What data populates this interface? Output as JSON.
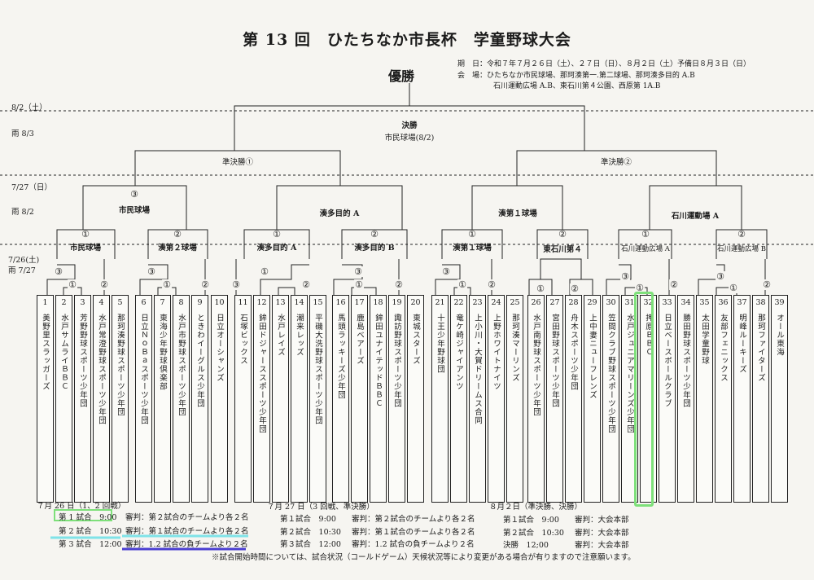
{
  "title": "第 13 回　ひたちなか市長杯　学童野球大会",
  "champion": "優勝",
  "info": {
    "date_label": "期　日：",
    "date_text": "令和７年７月２６日（土）、２７日（日）、８月２日（土）予備日８月３日（日）",
    "venue_label": "会　場：",
    "venue_line1": "ひたちなか市民球場、那珂湊第一.第二球場、那珂湊多目的 A.B",
    "venue_line2": "石川運動広場 A.B、東石川第４公園、西原第 1A.B"
  },
  "side_labels": [
    "8/2（土）",
    "雨 8/3",
    "7/27（日）",
    "雨 8/2",
    "7/26(土)",
    "雨 7/27"
  ],
  "final": {
    "title": "決勝",
    "venue": "市民球場(8/2)"
  },
  "semis": [
    "準決勝①",
    "準決勝②"
  ],
  "quarters": [
    {
      "circle": "③",
      "venue": "市民球場"
    },
    {
      "circle": "",
      "venue": "湊多目的 A"
    },
    {
      "circle": "",
      "venue": "湊第１球場"
    },
    {
      "circle": "",
      "venue": "石川運動場 A"
    }
  ],
  "groups": [
    {
      "circle": "①",
      "venue": "市民球場"
    },
    {
      "circle": "②",
      "venue": "湊第２球場"
    },
    {
      "circle": "①",
      "venue": "湊多目的 A"
    },
    {
      "circle": "②",
      "venue": "湊多目的 B"
    },
    {
      "circle": "①",
      "venue": "湊第１球場"
    },
    {
      "circle": "②",
      "venue": "東石川第４"
    },
    {
      "circle": "①",
      "venue": "石川運動広場 A"
    },
    {
      "circle": "②",
      "venue": "石川運動広場 B"
    }
  ],
  "round_marks": [
    "③",
    "①",
    "②",
    "③",
    "①",
    "②",
    "③",
    "①",
    "②",
    "③",
    "①",
    "②",
    "③",
    "①",
    "②",
    "①",
    "②",
    "③",
    "①",
    "②",
    "③",
    "①",
    "②"
  ],
  "teams": [
    {
      "num": "1",
      "name": "美野里スラッガーズ"
    },
    {
      "num": "2",
      "name": "水戸サムライＢＢＣ"
    },
    {
      "num": "3",
      "name": "芳野野球スポーツ少年団"
    },
    {
      "num": "4",
      "name": "水戸常澄野球スポーツ少年団"
    },
    {
      "num": "5",
      "name": "那珂湊野球スポーツ少年団"
    },
    {
      "num": "6",
      "name": "日立ＮｏＢａスポーツ少年団"
    },
    {
      "num": "7",
      "name": "東海少年野球倶楽部"
    },
    {
      "num": "8",
      "name": "水戸市野球スポーツ少年団"
    },
    {
      "num": "9",
      "name": "ときわイーグルス少年団"
    },
    {
      "num": "10",
      "name": "日立オーシャンズ"
    },
    {
      "num": "11",
      "name": "石塚ビックス"
    },
    {
      "num": "12",
      "name": "鉾田ドジャーススポーツ少年団"
    },
    {
      "num": "13",
      "name": "水戸レイズ"
    },
    {
      "num": "14",
      "name": "潮来レッズ"
    },
    {
      "num": "15",
      "name": "平磯大洗野球スポーツ少年団"
    },
    {
      "num": "16",
      "name": "馬頭ラッキーズ少年団"
    },
    {
      "num": "17",
      "name": "鹿島ベアーズ"
    },
    {
      "num": "18",
      "name": "鉾田ユナイテッドＢＢＣ"
    },
    {
      "num": "19",
      "name": "諏訪野球スポーツ少年団"
    },
    {
      "num": "20",
      "name": "東城スターズ"
    },
    {
      "num": "21",
      "name": "十王少年野球団"
    },
    {
      "num": "22",
      "name": "竜ケ崎ジャイアンツ"
    },
    {
      "num": "23",
      "name": "上小川・大賀ドリームス合同"
    },
    {
      "num": "24",
      "name": "上野ホワイトナイツ"
    },
    {
      "num": "25",
      "name": "那珂湊マーリンズ"
    },
    {
      "num": "26",
      "name": "水戸南野球スポーツ少年団"
    },
    {
      "num": "27",
      "name": "宮田野球スポーツ少年団"
    },
    {
      "num": "28",
      "name": "舟木スポーツ少年団"
    },
    {
      "num": "29",
      "name": "上中妻ニューフレンズ"
    },
    {
      "num": "30",
      "name": "笠間クラブ野球スポーツ少年団"
    },
    {
      "num": "31",
      "name": "水戸ジュニアマリーンズ少年団"
    },
    {
      "num": "32",
      "name": "押原ＢＢＣ"
    },
    {
      "num": "33",
      "name": "日立ベースボールクラブ"
    },
    {
      "num": "34",
      "name": "勝田野球スポーツ少年団"
    },
    {
      "num": "35",
      "name": "太田学童野球"
    },
    {
      "num": "36",
      "name": "友部フェニックス"
    },
    {
      "num": "37",
      "name": "明峰ルーキーズ"
    },
    {
      "num": "38",
      "name": "那珂ファイターズ"
    },
    {
      "num": "39",
      "name": "オール東海"
    }
  ],
  "schedule": [
    {
      "heading": "７月 26 日（1、2 回戦）",
      "rows": [
        {
          "game": "第 1 試合",
          "time": "9:00",
          "ref": "審判：第２試合のチームより各２名"
        },
        {
          "game": "第 2 試合",
          "time": "10:30",
          "ref": "審判：第１試合のチームより各２名"
        },
        {
          "game": "第 3 試合",
          "time": "12:00",
          "ref": "審判：1.2 試合の負チームより２名"
        }
      ]
    },
    {
      "heading": "７月 27 日（3 回戦、準決勝）",
      "rows": [
        {
          "game": "第１試合",
          "time": "9:00",
          "ref": "審判：第２試合のチームより各２名"
        },
        {
          "game": "第２試合",
          "time": "10:30",
          "ref": "審判：第１試合のチームより各２名"
        },
        {
          "game": "第３試合",
          "time": "12:00",
          "ref": "審判：1.2 試合の負チームより２名"
        }
      ]
    },
    {
      "heading": "８月２日（準決勝、決勝）",
      "rows": [
        {
          "game": "第１試合",
          "time": "9:00",
          "ref": "審判：大会本部"
        },
        {
          "game": "第２試合",
          "time": "10:30",
          "ref": "審判：大会本部"
        },
        {
          "game": "決勝",
          "time": "12;00",
          "ref": "審判：大会本部"
        }
      ]
    }
  ],
  "note": "※試合開始時間については、試合状況（コールドゲーム）天候状況等により変更がある場合が有りますので注意願います。",
  "colors": {
    "highlight_green": "#7ee07a",
    "highlight_cyan": "#7fe3e8",
    "highlight_purple": "#4b3fd1",
    "ink": "#1b1b1b"
  }
}
